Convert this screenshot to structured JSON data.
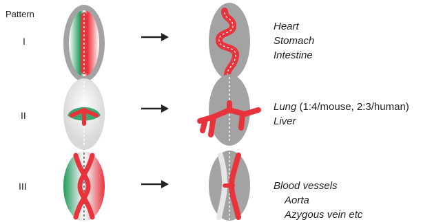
{
  "header": {
    "label": "Pattern"
  },
  "patterns": [
    {
      "roman": "I",
      "organs": [
        {
          "name": "Heart"
        },
        {
          "name": "Stomach"
        },
        {
          "name": "Intestine"
        }
      ]
    },
    {
      "roman": "II",
      "organs": [
        {
          "name": "Lung",
          "note": " (1:4/mouse, 2:3/human)"
        },
        {
          "name": "Liver"
        }
      ]
    },
    {
      "roman": "III",
      "organs": [
        {
          "name": "Blood vessels"
        },
        {
          "name": "Aorta",
          "indent": true
        },
        {
          "name": "Azygous vein etc",
          "indent": true
        }
      ]
    }
  ],
  "colors": {
    "green": "#1e9a5a",
    "red": "#e8323c",
    "gray": "#a3a3a3",
    "light_gray": "#d9d9d9"
  }
}
